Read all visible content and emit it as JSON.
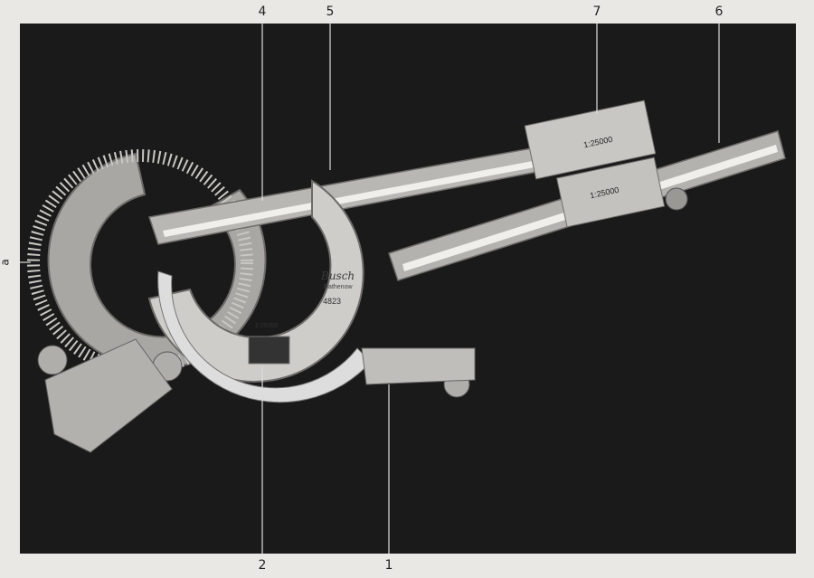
{
  "figure": {
    "labels": {
      "top": [
        "4",
        "5",
        "7",
        "6"
      ],
      "bottom": [
        "2",
        "1"
      ],
      "left": "a"
    },
    "instrument": {
      "brand": "Busch",
      "city": "Rathenow",
      "model": "4823",
      "scale_main": "1:25000",
      "scale_arm_upper": "1:25000",
      "scale_arm_lower": "1:25000"
    },
    "colors": {
      "background": "#1a1a1a",
      "paper": "#eae8e4",
      "metal": "#b8b6b2"
    }
  }
}
